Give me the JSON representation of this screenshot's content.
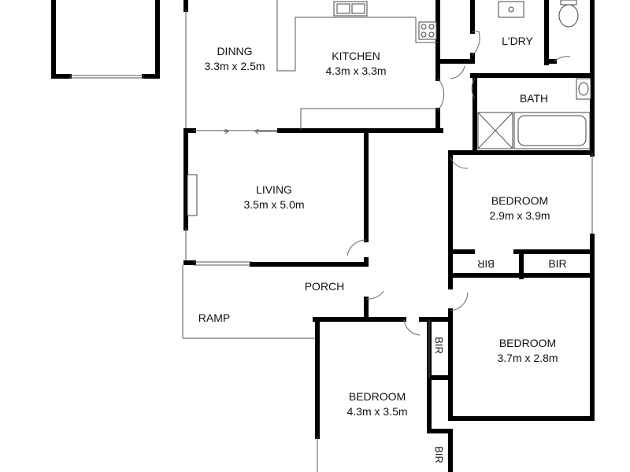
{
  "rooms": {
    "dining": {
      "name": "DINNG",
      "size": "3.3m x 2.5m"
    },
    "kitchen": {
      "name": "KITCHEN",
      "size": "4.3m x 3.3m"
    },
    "laundry": {
      "name": "L'DRY"
    },
    "bath": {
      "name": "BATH"
    },
    "living": {
      "name": "LIVING",
      "size": "3.5m x 5.0m"
    },
    "bedroom_1": {
      "name": "BEDROOM",
      "size": "2.9m x 3.9m"
    },
    "bir_1": {
      "name": "BIR"
    },
    "bir_2": {
      "name": "BIR"
    },
    "porch": {
      "name": "PORCH"
    },
    "ramp": {
      "name": "RAMP"
    },
    "bedroom_2": {
      "name": "BEDROOM",
      "size": "3.7m x 2.8m"
    },
    "bir_3": {
      "name": "BIR"
    },
    "bedroom_3": {
      "name": "BEDROOM",
      "size": "4.3m x 3.5m"
    },
    "bir_4": {
      "name": "BIR"
    }
  }
}
